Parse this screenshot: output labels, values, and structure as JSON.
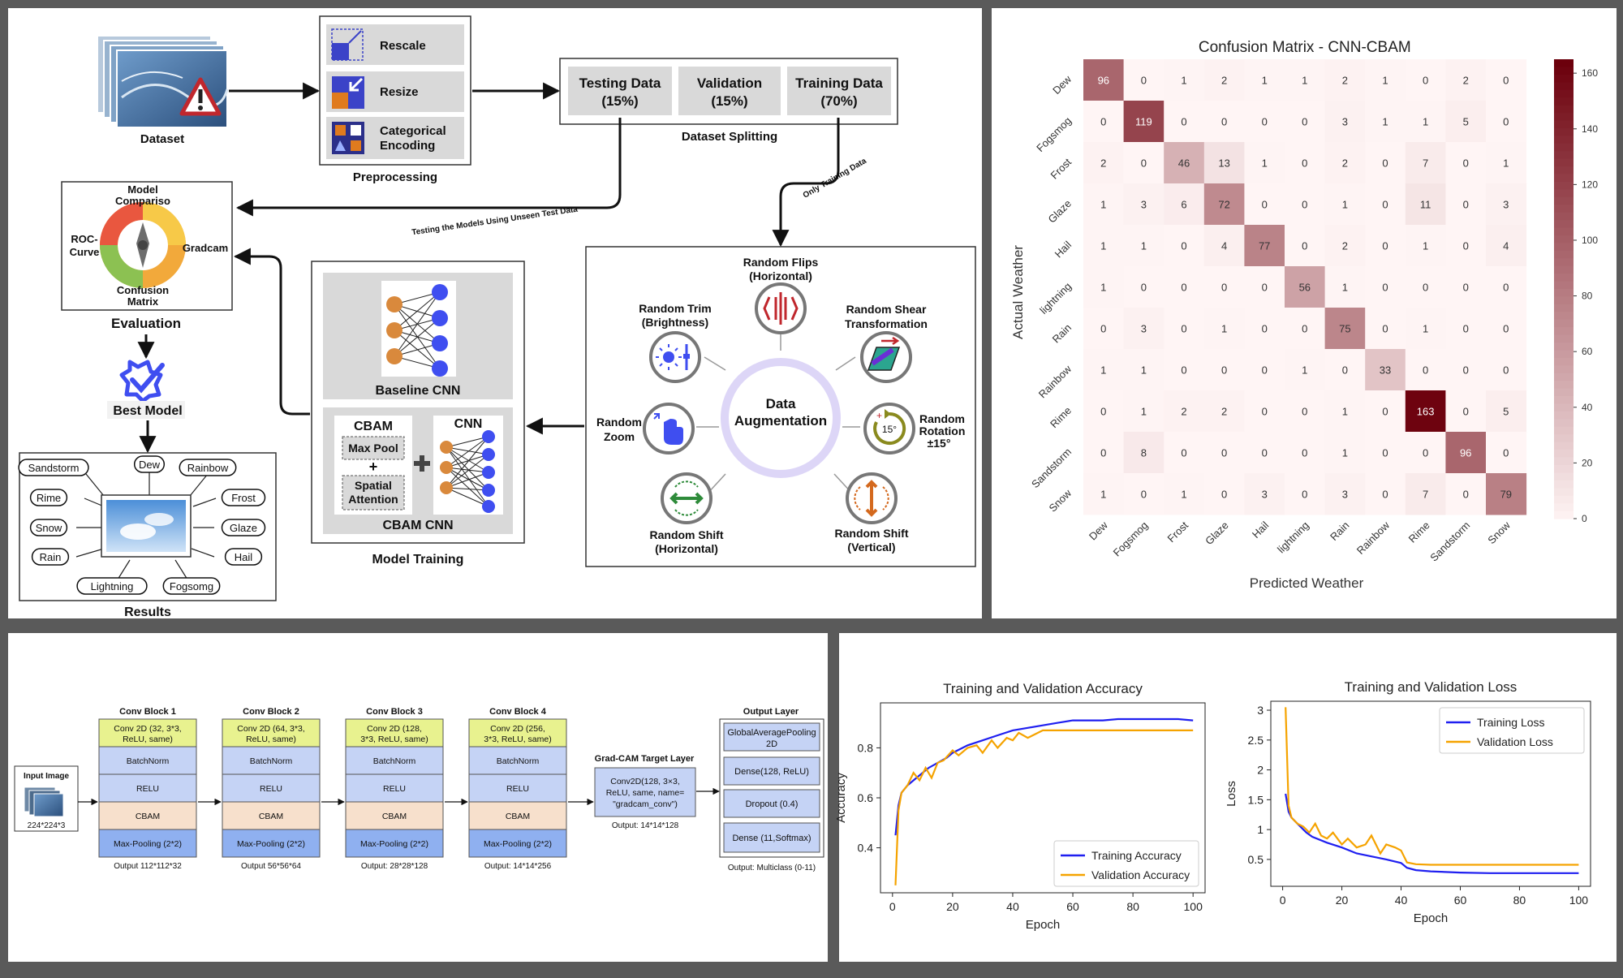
{
  "pipeline": {
    "dataset_label": "Dataset",
    "preprocessing": {
      "title": "Preprocessing",
      "steps": [
        "Rescale",
        "Resize",
        "Categorical",
        "Encoding"
      ]
    },
    "splitting": {
      "title": "Dataset Splitting",
      "splits": [
        {
          "name": "Testing Data",
          "pct": "(15%)"
        },
        {
          "name": "Validation",
          "pct": "(15%)"
        },
        {
          "name": "Training Data",
          "pct": "(70%)"
        }
      ],
      "test_arrow_label": "Testing the Models Using Unseen Test Data",
      "train_arrow_label": "Only Training Data"
    },
    "evaluation": {
      "title": "Evaluation",
      "top1": "Model",
      "top2": "Compariso",
      "left1": "ROC-",
      "left2": "Curve",
      "right": "Gradcam",
      "bottom1": "Confusion",
      "bottom2": "Matrix"
    },
    "best_model": "Best Model",
    "results": {
      "title": "Results",
      "classes": [
        "Sandstorm",
        "Dew",
        "Rainbow",
        "Rime",
        "Frost",
        "Snow",
        "Glaze",
        "Rain",
        "Hail",
        "Lightning",
        "Fogsomg"
      ]
    },
    "model_training": {
      "title": "Model Training",
      "baseline": "Baseline CNN",
      "cbam": "CBAM",
      "max_pool": "Max Pool",
      "plus": "+",
      "spatial1": "Spatial",
      "spatial2": "Attention",
      "cnn": "CNN",
      "cbam_cnn": "CBAM CNN"
    },
    "augmentation": {
      "center1": "Data",
      "center2": "Augmentation",
      "flips1": "Random Flips",
      "flips2": "(Horizontal)",
      "trim1": "Random Trim",
      "trim2": "(Brightness)",
      "shear1": "Random Shear",
      "shear2": "Transformation",
      "zoom1": "Random",
      "zoom2": "Zoom",
      "rot1": "Random",
      "rot2": "Rotation",
      "rot3": "±15°",
      "rot_badge": "15°",
      "shifth1": "Random Shift",
      "shifth2": "(Horizontal)",
      "shiftv1": "Random Shift",
      "shiftv2": "(Vertical)"
    }
  },
  "architecture": {
    "input_title": "Input Image",
    "input_size": "224*224*3",
    "blocks": [
      {
        "title": "Conv Block 1",
        "conv1": "Conv 2D (32, 3*3,",
        "conv2": "ReLU, same)",
        "bn": "BatchNorm",
        "relu": "RELU",
        "cbam": "CBAM",
        "pool": "Max-Pooling (2*2)",
        "output": "Output 112*112*32"
      },
      {
        "title": "Conv Block 2",
        "conv1": "Conv 2D (64, 3*3,",
        "conv2": "ReLU, same)",
        "bn": "BatchNorm",
        "relu": "RELU",
        "cbam": "CBAM",
        "pool": "Max-Pooling (2*2)",
        "output": "Output 56*56*64"
      },
      {
        "title": "Conv Block 3",
        "conv1": "Conv 2D (128,",
        "conv2": "3*3, ReLU, same)",
        "bn": "BatchNorm",
        "relu": "RELU",
        "cbam": "CBAM",
        "pool": "Max-Pooling (2*2)",
        "output": "Output: 28*28*128"
      },
      {
        "title": "Conv Block 4",
        "conv1": "Conv 2D (256,",
        "conv2": "3*3, ReLU, same)",
        "bn": "BatchNorm",
        "relu": "RELU",
        "cbam": "CBAM",
        "pool": "Max-Pooling (2*2)",
        "output": "Output: 14*14*256"
      }
    ],
    "gradcam": {
      "title": "Grad-CAM Target Layer",
      "lines": [
        "Conv2D(128, 3×3,",
        "ReLU, same, name=",
        "\"gradcam_conv\")"
      ],
      "output": "Output: 14*14*128"
    },
    "output_layer": {
      "title": "Output Layer",
      "gap1": "GlobalAveragePooling",
      "gap2": "2D",
      "dense1": "Dense(128, ReLU)",
      "dropout": "Dropout (0.4)",
      "dense2": "Dense (11,Softmax)",
      "output": "Output: Multiclass (0-11)"
    }
  },
  "chart_data": [
    {
      "type": "heatmap",
      "title": "Confusion Matrix - CNN-CBAM",
      "xlabel": "Predicted Weather",
      "ylabel": "Actual Weather",
      "labels": [
        "Dew",
        "Fogsmog",
        "Frost",
        "Glaze",
        "Hail",
        "lightning",
        "Rain",
        "Rainbow",
        "Rime",
        "Sandstorm",
        "Snow"
      ],
      "matrix": [
        [
          96,
          0,
          1,
          2,
          1,
          1,
          2,
          1,
          0,
          2,
          0
        ],
        [
          0,
          119,
          0,
          0,
          0,
          0,
          3,
          1,
          1,
          5,
          0
        ],
        [
          2,
          0,
          46,
          13,
          1,
          0,
          2,
          0,
          7,
          0,
          1
        ],
        [
          1,
          3,
          6,
          72,
          0,
          0,
          1,
          0,
          11,
          0,
          3
        ],
        [
          1,
          1,
          0,
          4,
          77,
          0,
          2,
          0,
          1,
          0,
          4
        ],
        [
          1,
          0,
          0,
          0,
          0,
          56,
          1,
          0,
          0,
          0,
          0
        ],
        [
          0,
          3,
          0,
          1,
          0,
          0,
          75,
          0,
          1,
          0,
          0
        ],
        [
          1,
          1,
          0,
          0,
          0,
          1,
          0,
          33,
          0,
          0,
          0
        ],
        [
          0,
          1,
          2,
          2,
          0,
          0,
          1,
          0,
          163,
          0,
          5
        ],
        [
          0,
          8,
          0,
          0,
          0,
          0,
          1,
          0,
          0,
          96,
          0
        ],
        [
          1,
          0,
          1,
          0,
          3,
          0,
          3,
          0,
          7,
          0,
          79
        ]
      ],
      "colorbar": {
        "min": 0,
        "max": 165,
        "ticks": [
          0,
          20,
          40,
          60,
          80,
          100,
          120,
          140,
          160
        ]
      }
    },
    {
      "type": "line",
      "title": "Training and Validation Accuracy",
      "xlabel": "Epoch",
      "ylabel": "Accuracy",
      "xlim": [
        -4,
        104
      ],
      "ylim": [
        0.22,
        0.98
      ],
      "xticks": [
        0,
        20,
        40,
        60,
        80,
        100
      ],
      "yticks": [
        0.4,
        0.6,
        0.8
      ],
      "legend_position": "bottom-right",
      "series": [
        {
          "name": "Training Accuracy",
          "color": "#1f1ff0",
          "x": [
            1,
            2,
            3,
            5,
            8,
            10,
            12,
            15,
            18,
            20,
            25,
            30,
            35,
            40,
            45,
            50,
            55,
            60,
            65,
            70,
            75,
            80,
            85,
            90,
            95,
            100
          ],
          "y": [
            0.45,
            0.57,
            0.62,
            0.65,
            0.68,
            0.7,
            0.72,
            0.74,
            0.76,
            0.78,
            0.81,
            0.83,
            0.85,
            0.87,
            0.88,
            0.89,
            0.9,
            0.91,
            0.91,
            0.91,
            0.915,
            0.915,
            0.915,
            0.915,
            0.915,
            0.91
          ]
        },
        {
          "name": "Validation Accuracy",
          "color": "#f5a300",
          "x": [
            1,
            2,
            3,
            5,
            7,
            9,
            11,
            13,
            15,
            17,
            20,
            22,
            25,
            28,
            30,
            33,
            35,
            38,
            40,
            42,
            45,
            50,
            55,
            60,
            70,
            80,
            90,
            100
          ],
          "y": [
            0.25,
            0.55,
            0.62,
            0.65,
            0.7,
            0.67,
            0.72,
            0.68,
            0.74,
            0.75,
            0.79,
            0.77,
            0.8,
            0.81,
            0.78,
            0.83,
            0.8,
            0.84,
            0.83,
            0.86,
            0.84,
            0.87,
            0.87,
            0.87,
            0.87,
            0.87,
            0.87,
            0.87
          ]
        }
      ]
    },
    {
      "type": "line",
      "title": "Training and Validation Loss",
      "xlabel": "Epoch",
      "ylabel": "Loss",
      "xlim": [
        -4,
        104
      ],
      "ylim": [
        0.05,
        3.15
      ],
      "xticks": [
        0,
        20,
        40,
        60,
        80,
        100
      ],
      "yticks": [
        0.5,
        1.0,
        1.5,
        2.0,
        2.5,
        3.0
      ],
      "legend_position": "top-right",
      "series": [
        {
          "name": "Training Loss",
          "color": "#1f1ff0",
          "x": [
            1,
            2,
            3,
            5,
            8,
            10,
            15,
            20,
            25,
            30,
            35,
            40,
            42,
            45,
            50,
            60,
            70,
            80,
            90,
            100
          ],
          "y": [
            1.6,
            1.3,
            1.2,
            1.1,
            0.95,
            0.88,
            0.78,
            0.7,
            0.6,
            0.55,
            0.5,
            0.44,
            0.36,
            0.32,
            0.3,
            0.28,
            0.27,
            0.27,
            0.27,
            0.27
          ]
        },
        {
          "name": "Validation Loss",
          "color": "#f5a300",
          "x": [
            1,
            2,
            3,
            5,
            7,
            9,
            11,
            13,
            15,
            17,
            20,
            22,
            25,
            28,
            30,
            33,
            35,
            38,
            40,
            42,
            45,
            50,
            60,
            70,
            80,
            90,
            100
          ],
          "y": [
            3.05,
            1.4,
            1.2,
            1.1,
            1.05,
            0.95,
            1.1,
            0.9,
            0.85,
            0.95,
            0.75,
            0.85,
            0.7,
            0.75,
            0.9,
            0.6,
            0.75,
            0.7,
            0.65,
            0.45,
            0.42,
            0.41,
            0.41,
            0.41,
            0.41,
            0.41,
            0.41
          ]
        }
      ]
    }
  ]
}
